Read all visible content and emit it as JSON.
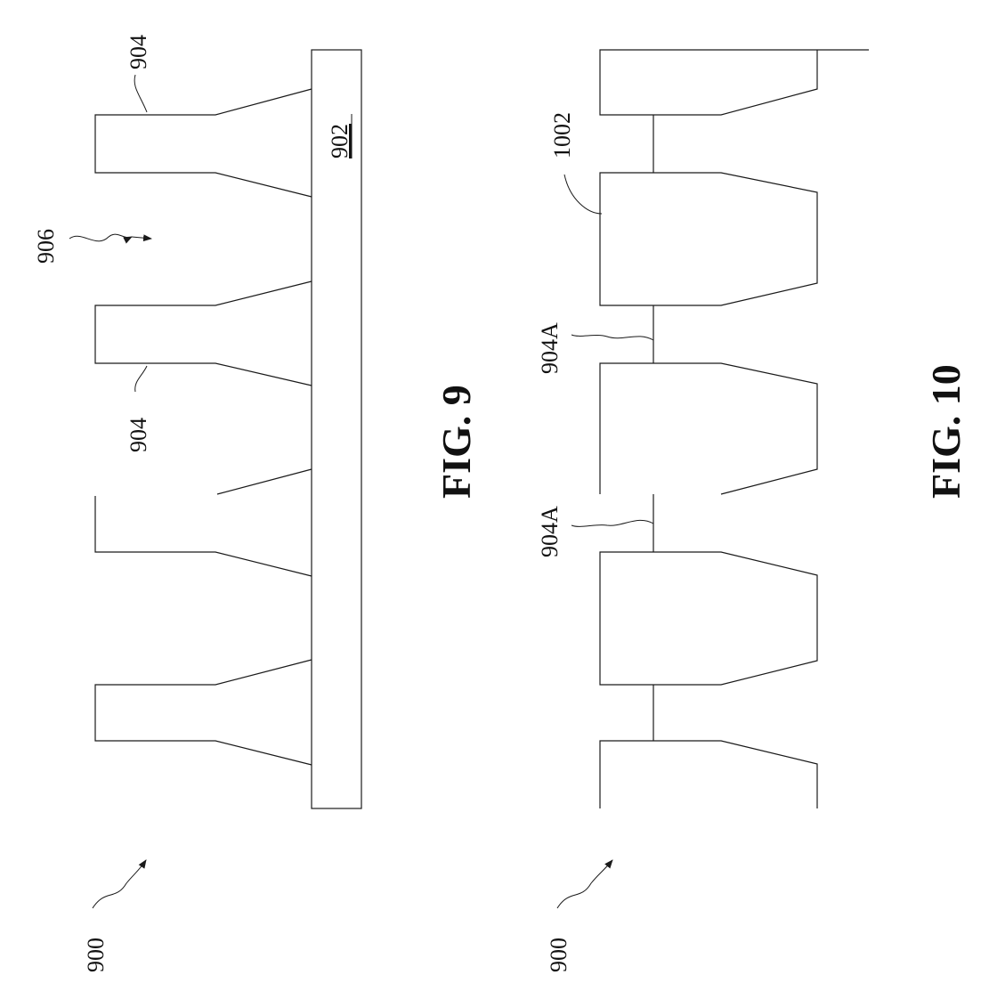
{
  "figures": {
    "fig9": {
      "caption": "FIG. 9",
      "labels": {
        "device": "900",
        "substrate": "902",
        "feature_top": "904",
        "feature_mid": "904",
        "trench": "906"
      }
    },
    "fig10": {
      "caption": "FIG. 10",
      "labels": {
        "device": "900",
        "fill": "1002",
        "remnant_upper": "904A",
        "remnant_lower": "904A"
      }
    }
  },
  "colors": {
    "line": "#1a1a1a",
    "background": "#ffffff"
  }
}
